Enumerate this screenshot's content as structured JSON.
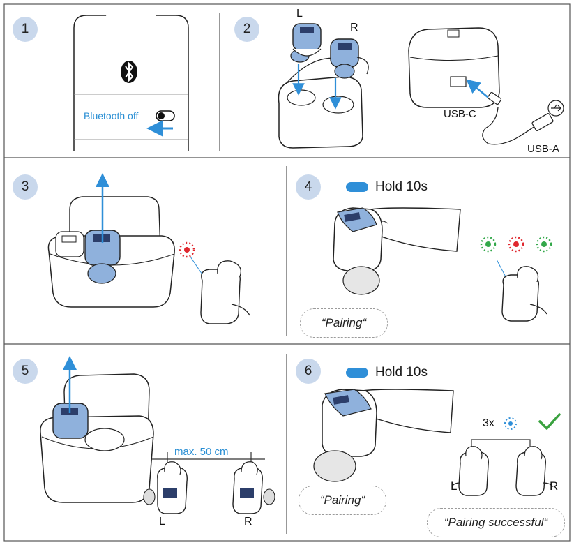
{
  "steps": {
    "s1": {
      "number": "1",
      "bluetooth_text": "Bluetooth off",
      "bluetooth_icon": "bluetooth-icon"
    },
    "s2": {
      "number": "2",
      "label_left": "L",
      "label_right": "R",
      "usb_c": "USB-C",
      "usb_a": "USB-A"
    },
    "s3": {
      "number": "3",
      "led_color": "red"
    },
    "s4": {
      "number": "4",
      "hold": "Hold 10s",
      "bubble": "“Pairing“",
      "led_colors": [
        "green",
        "red",
        "green"
      ]
    },
    "s5": {
      "number": "5",
      "distance": "max. 50 cm",
      "label_left": "L",
      "label_right": "R"
    },
    "s6": {
      "number": "6",
      "hold": "Hold 10s",
      "bubble": "“Pairing“",
      "blink_count": "3x",
      "label_left": "L",
      "label_right": "R",
      "success": "“Pairing successful“"
    }
  },
  "colors": {
    "accent_blue": "#2f8fd8",
    "earbud_blue": "#8fb1dc",
    "number_badge": "#c9d8ec",
    "led_red": "#e0282f",
    "led_green": "#33a84a",
    "check_green": "#3aa23f",
    "frame": "#555555"
  }
}
